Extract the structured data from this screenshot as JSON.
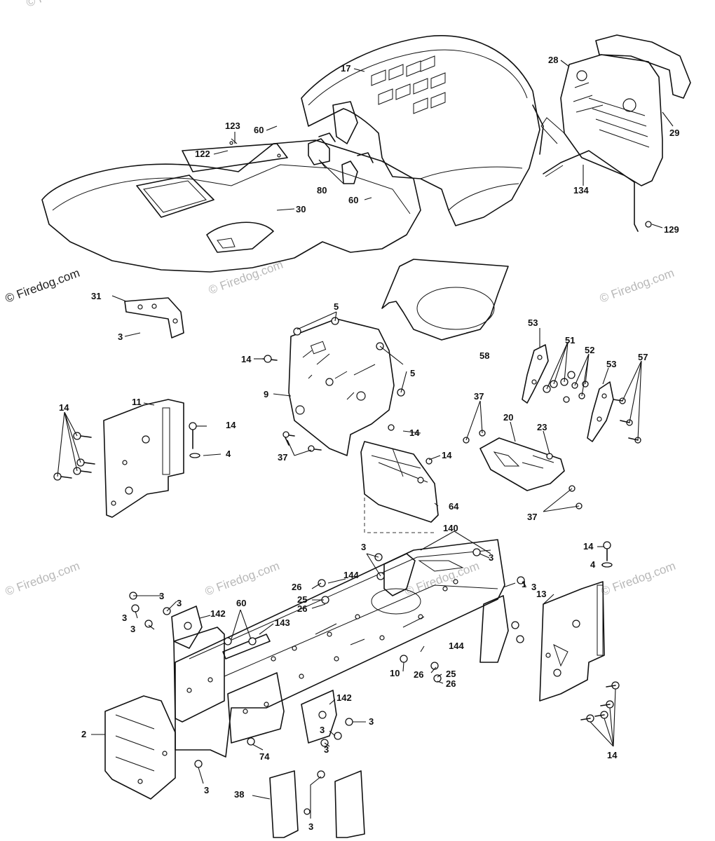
{
  "diagram": {
    "watermarks": [
      "© Firedog.com",
      "© Firedog.com",
      "© Firedog.com",
      "© Firedog.com",
      "© Firedog.com",
      "© Firedog.com",
      "© Firedog.com",
      "© Firedog.com"
    ],
    "callouts": {
      "c17": "17",
      "c28": "28",
      "c29": "29",
      "c134": "134",
      "c129": "129",
      "c123": "123",
      "c122": "122",
      "c60a": "60",
      "c60b": "60",
      "c60c": "60",
      "c30": "30",
      "c80": "80",
      "c58": "58",
      "c31": "31",
      "c3a": "3",
      "c5a": "5",
      "c5b": "5",
      "c14a": "14",
      "c9": "9",
      "c14b": "14",
      "c37a": "37",
      "c14c": "14",
      "c64": "64",
      "c14d": "14",
      "c11": "11",
      "c14e": "14",
      "c4a": "4",
      "c53a": "53",
      "c51": "51",
      "c52": "52",
      "c53b": "53",
      "c57": "57",
      "c37b": "37",
      "c20": "20",
      "c23": "23",
      "c37c": "37",
      "c3b": "3",
      "c140": "140",
      "c3c": "3",
      "c3d": "3",
      "c144a": "144",
      "c26a": "26",
      "c25a": "25",
      "c26b": "26",
      "c1": "1",
      "c14f": "14",
      "c4b": "4",
      "c13": "13",
      "c3e": "3",
      "c3f": "3",
      "c3g": "3",
      "c3h": "3",
      "c142a": "142",
      "c143": "143",
      "c144b": "144",
      "c10": "10",
      "c26c": "26",
      "c25b": "25",
      "c26d": "26",
      "c142b": "142",
      "c3i": "3",
      "c3j": "3",
      "c3k": "3",
      "c2": "2",
      "c74": "74",
      "c3l": "3",
      "c38": "38",
      "c3m": "3",
      "c14g": "14"
    }
  }
}
